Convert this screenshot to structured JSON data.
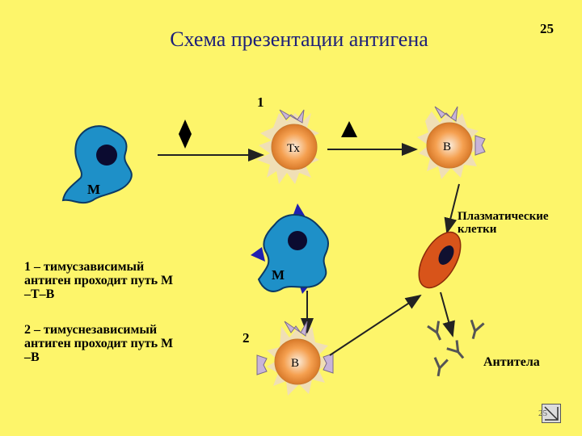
{
  "slide": {
    "title": "Схема презентации антигена",
    "page_number": "25"
  },
  "diagram": {
    "step1_label": "1",
    "step2_label": "2",
    "macrophage_top_label": "М",
    "macrophage_mid_label": "М",
    "th_cell_label": "Тх",
    "b_cell_top_label": "В",
    "b_cell_bottom_label": "В",
    "plasma_cells_label_line1": "Плазматические",
    "plasma_cells_label_line2": "клетки",
    "antibodies_label": "Антитела"
  },
  "legend": {
    "item1_line1": "1 – тимусзависимый",
    "item1_line2": "антиген проходит путь М",
    "item1_line3": "–Т–В",
    "item2_line1": "2 – тимуснезависимый",
    "item2_line2": "антиген проходит путь М",
    "item2_line3": "–В"
  },
  "nav": {
    "slide_button_label": "25"
  },
  "colors": {
    "background": "#fdf56a",
    "title": "#1c1f7a",
    "macrophage": "#1e90c8",
    "nucleus": "#0b0b30",
    "cell_body": "#f5a050",
    "cell_glow": "#f0d8b0",
    "receptor": "#c8b4d8",
    "plasma_cell": "#d8541a",
    "plasma_nucleus": "#101030",
    "antigen_blue": "#2020b0",
    "antibody": "#555555"
  }
}
